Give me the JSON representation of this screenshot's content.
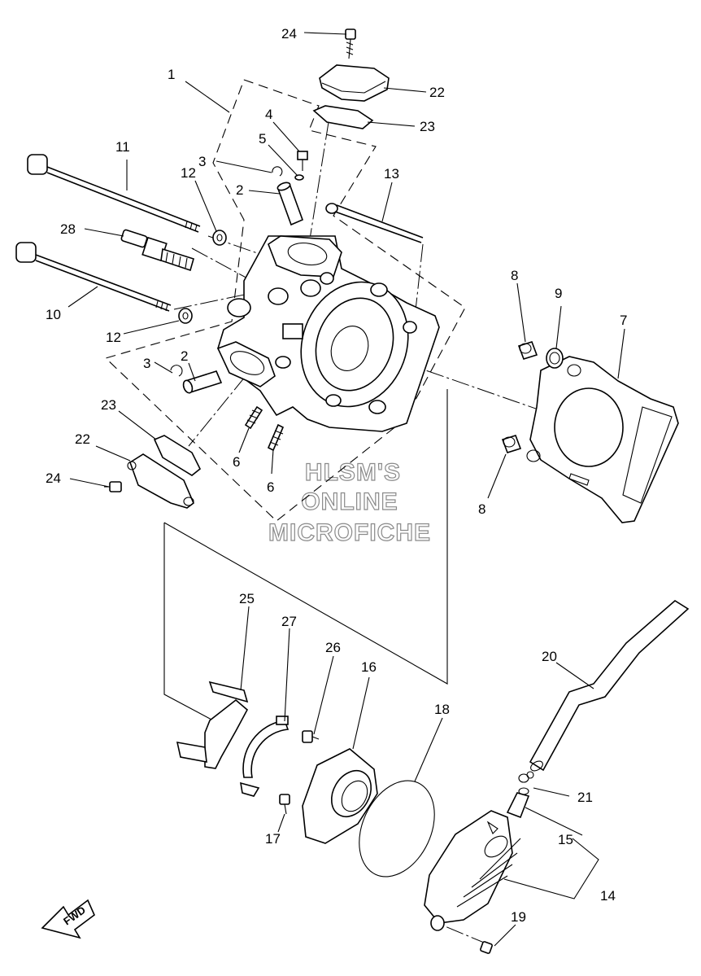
{
  "watermark": {
    "line1": "HLSM'S",
    "line2": "ONLINE",
    "line3": "MICROFICHE"
  },
  "direction_arrow": {
    "label": "FWD",
    "icon": "fwd-arrow-icon"
  },
  "callouts": [
    "1",
    "2",
    "2",
    "3",
    "3",
    "4",
    "5",
    "6",
    "6",
    "7",
    "8",
    "8",
    "9",
    "10",
    "11",
    "12",
    "12",
    "13",
    "14",
    "15",
    "16",
    "17",
    "18",
    "19",
    "20",
    "21",
    "22",
    "22",
    "23",
    "23",
    "24",
    "24",
    "25",
    "26",
    "27",
    "28"
  ]
}
